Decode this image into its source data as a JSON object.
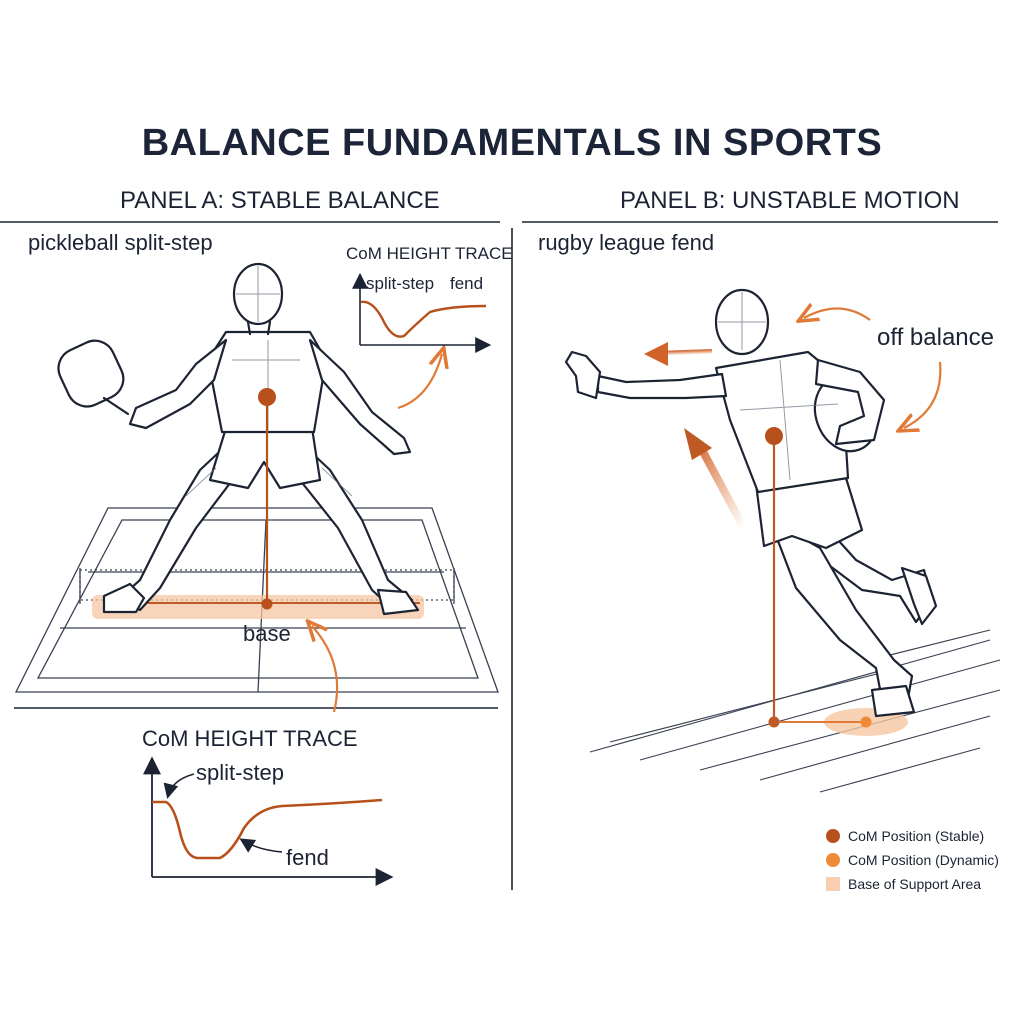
{
  "title": "BALANCE FUNDAMENTALS IN SPORTS",
  "panel_a": {
    "heading": "PANEL A: STABLE BALANCE",
    "subtitle": "pickleball split-step",
    "base_label": "base",
    "inset_trace": {
      "title": "CoM HEIGHT TRACE",
      "label_left": "split-step",
      "label_right": "fend"
    },
    "trace": {
      "title": "CoM HEIGHT TRACE",
      "label_top": "split-step",
      "label_bottom": "fend"
    }
  },
  "panel_b": {
    "heading": "PANEL B: UNSTABLE MOTION",
    "subtitle": "rugby league fend",
    "off_balance_label": "off balance"
  },
  "legend": [
    {
      "label": "CoM Position (Stable)",
      "color": "#b8501c",
      "shape": "circle"
    },
    {
      "label": "CoM Position (Dynamic)",
      "color": "#ee8a38",
      "shape": "circle"
    },
    {
      "label": "Base of Support Area",
      "color": "#f7cfb0",
      "shape": "square"
    }
  ],
  "colors": {
    "ink": "#1c2333",
    "accent": "#c05a24",
    "accent_light": "#f5c7a3"
  }
}
